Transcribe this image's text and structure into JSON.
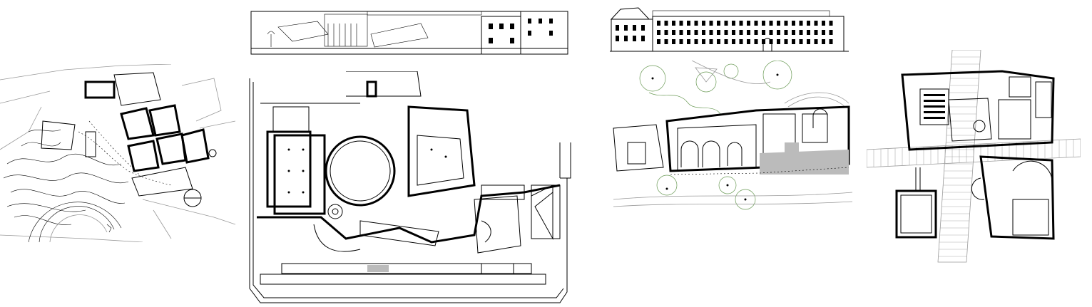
{
  "sheet": {
    "background": "#ffffff",
    "line_color": "#000000",
    "landscape_color": "#6a9a55",
    "paving_color": "#bbbbbb"
  },
  "drawings": [
    {
      "kind": "site-plan",
      "icon": "site-plan-drawing"
    },
    {
      "kind": "elevation",
      "icon": "elevation-drawing"
    },
    {
      "kind": "floor-plan",
      "icon": "floor-plan-drawing"
    },
    {
      "kind": "elevation",
      "icon": "elevation-drawing"
    },
    {
      "kind": "floor-plan",
      "icon": "floor-plan-drawing"
    },
    {
      "kind": "floor-plan",
      "icon": "floor-plan-drawing"
    }
  ]
}
